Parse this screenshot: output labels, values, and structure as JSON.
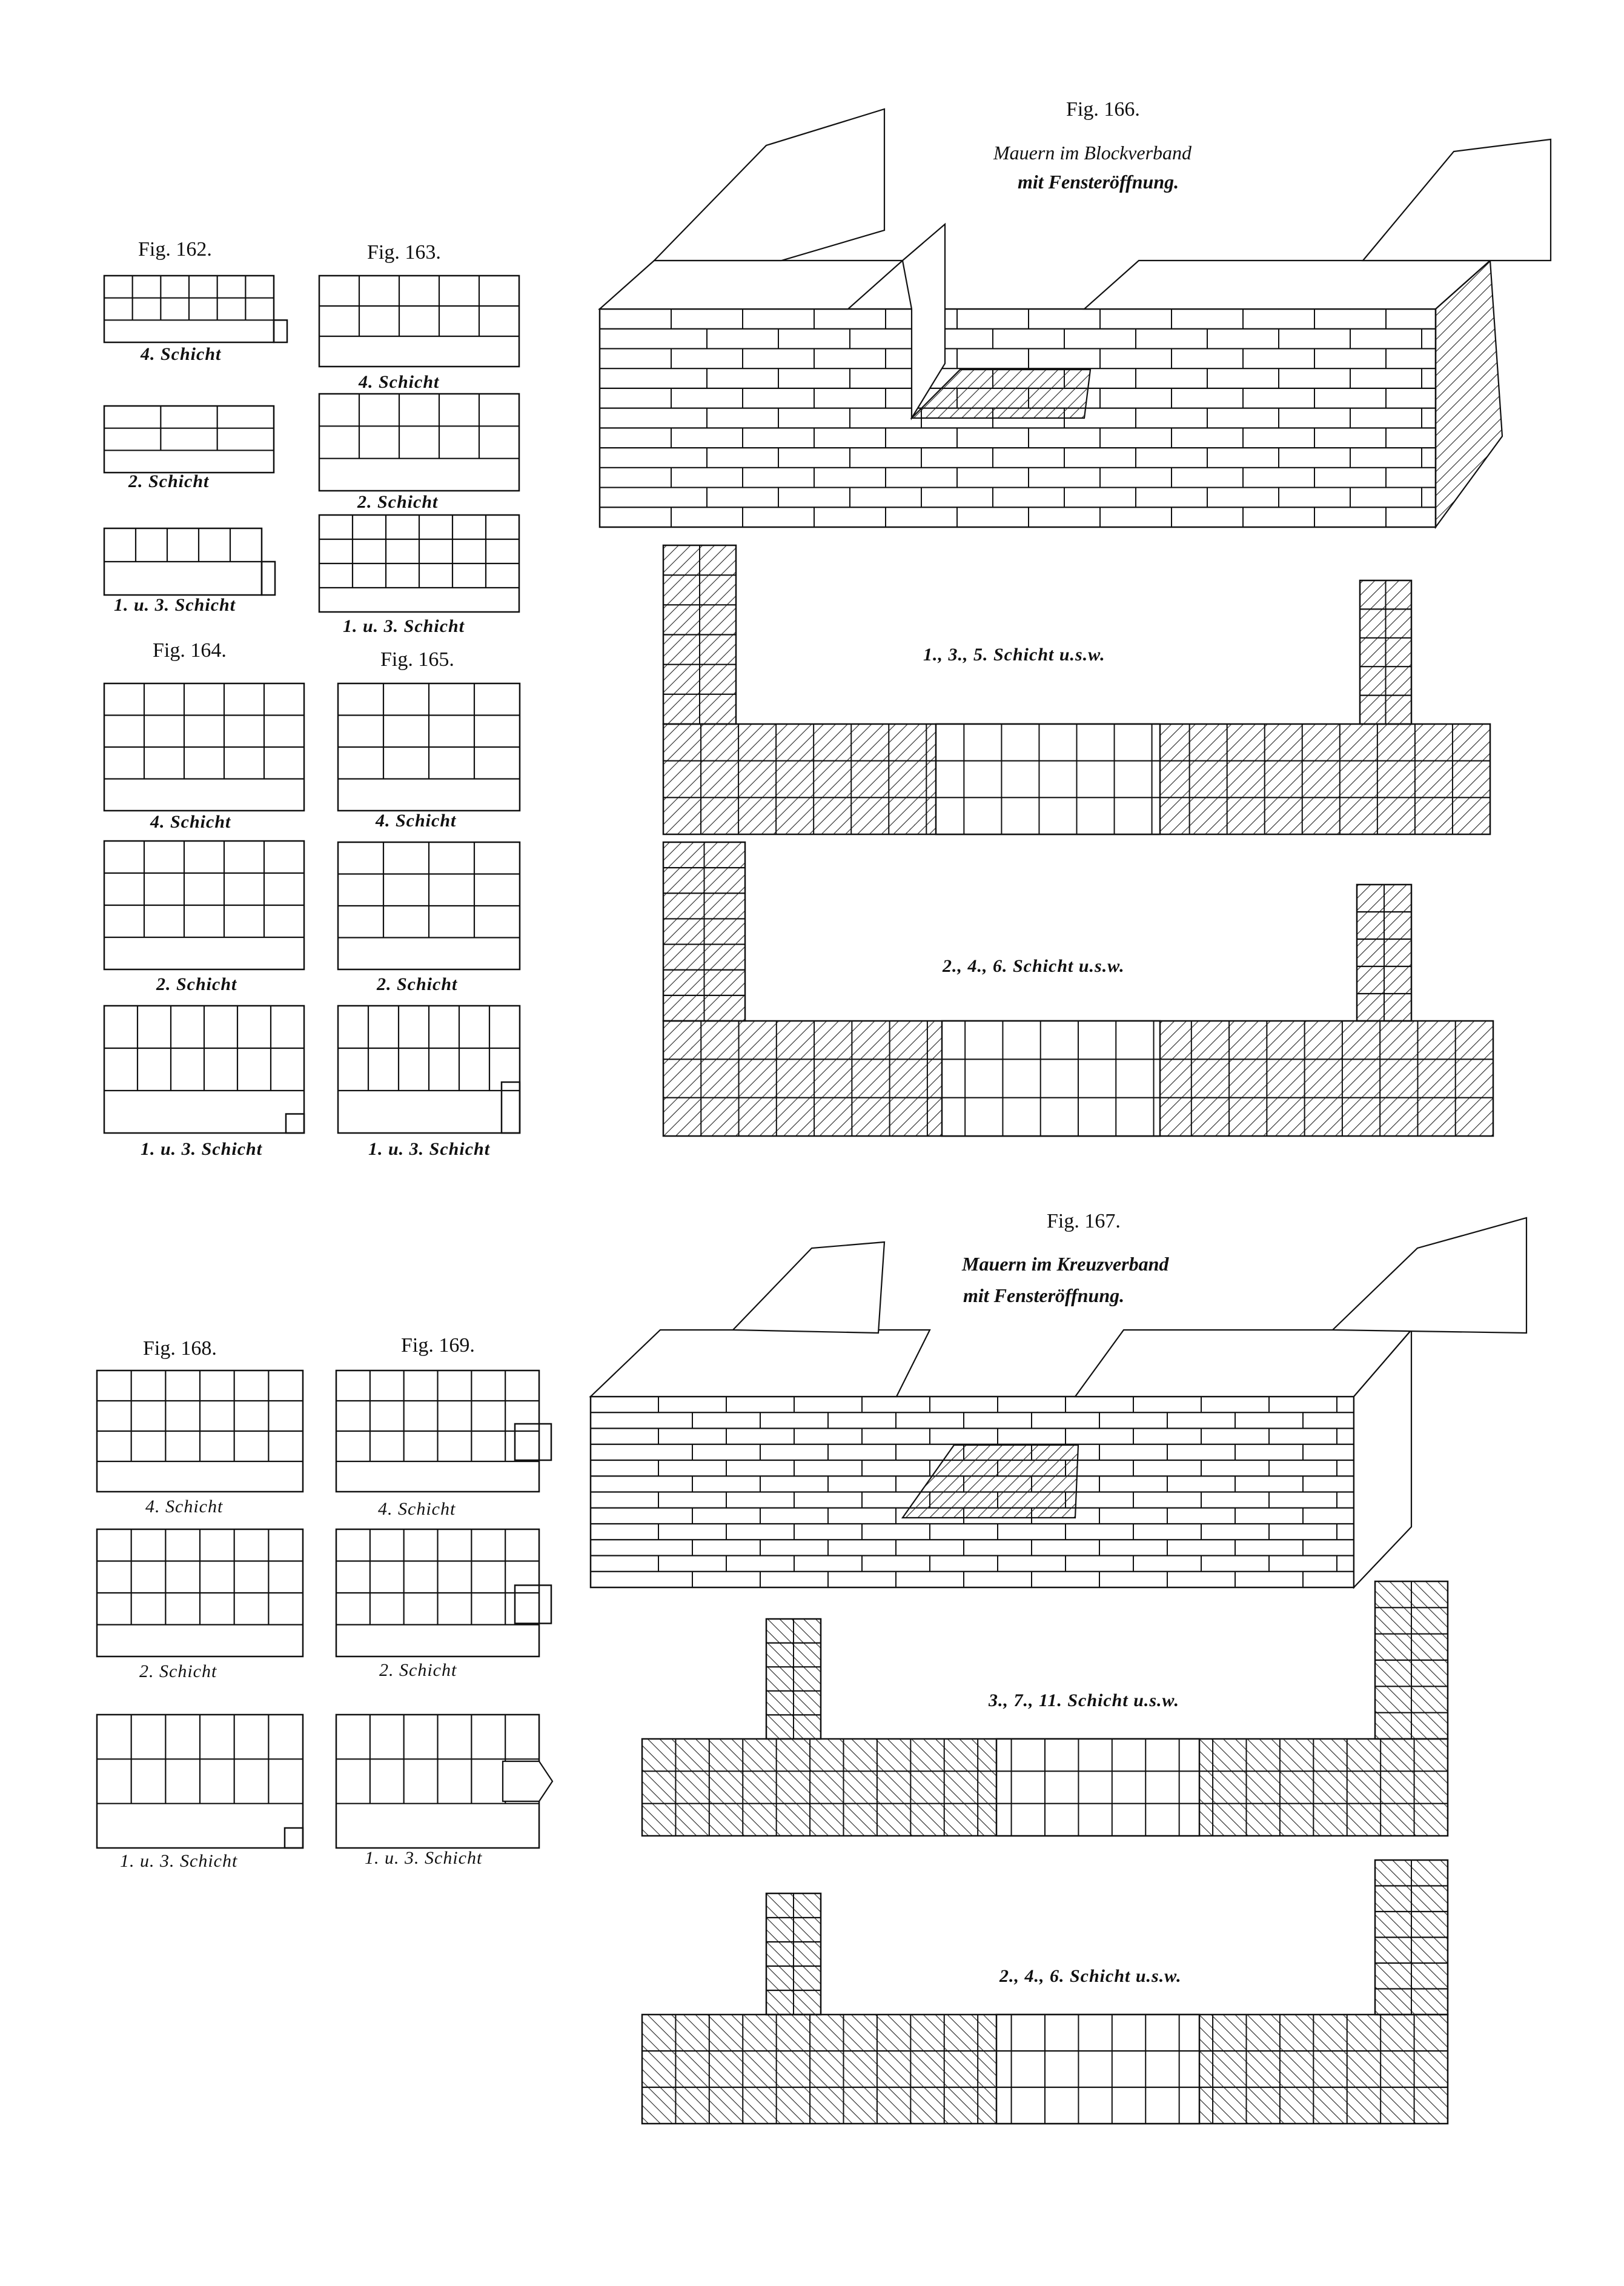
{
  "small_figures": [
    {
      "id": "fig162",
      "title": "Fig. 162.",
      "layers": [
        "4. Schicht",
        "2. Schicht",
        "1. u. 3. Schicht"
      ]
    },
    {
      "id": "fig163",
      "title": "Fig. 163.",
      "layers": [
        "4. Schicht",
        "2. Schicht",
        "1. u. 3. Schicht"
      ]
    },
    {
      "id": "fig164",
      "title": "Fig. 164.",
      "layers": [
        "4. Schicht",
        "2. Schicht",
        "1. u. 3. Schicht"
      ]
    },
    {
      "id": "fig165",
      "title": "Fig. 165.",
      "layers": [
        "4. Schicht",
        "2. Schicht",
        "1. u. 3. Schicht"
      ]
    },
    {
      "id": "fig168",
      "title": "Fig. 168.",
      "layers": [
        "4. Schicht",
        "2. Schicht",
        "1. u. 3. Schicht"
      ]
    },
    {
      "id": "fig169",
      "title": "Fig. 169.",
      "layers": [
        "4. Schicht",
        "2. Schicht",
        "1. u. 3. Schicht"
      ]
    }
  ],
  "fig166": {
    "title": "Fig. 166.",
    "caption_line1": "Mauern im Blockverband",
    "caption_line2": "mit Fensteröffnung.",
    "plan_a_label": "1., 3., 5. Schicht u.s.w.",
    "plan_b_label": "2., 4., 6. Schicht u.s.w."
  },
  "fig167": {
    "title": "Fig. 167.",
    "caption_line1": "Mauern im Kreuzverband",
    "caption_line2": "mit Fensteröffnung.",
    "plan_a_label": "3., 7., 11. Schicht u.s.w.",
    "plan_b_label": "2., 4., 6. Schicht u.s.w."
  }
}
